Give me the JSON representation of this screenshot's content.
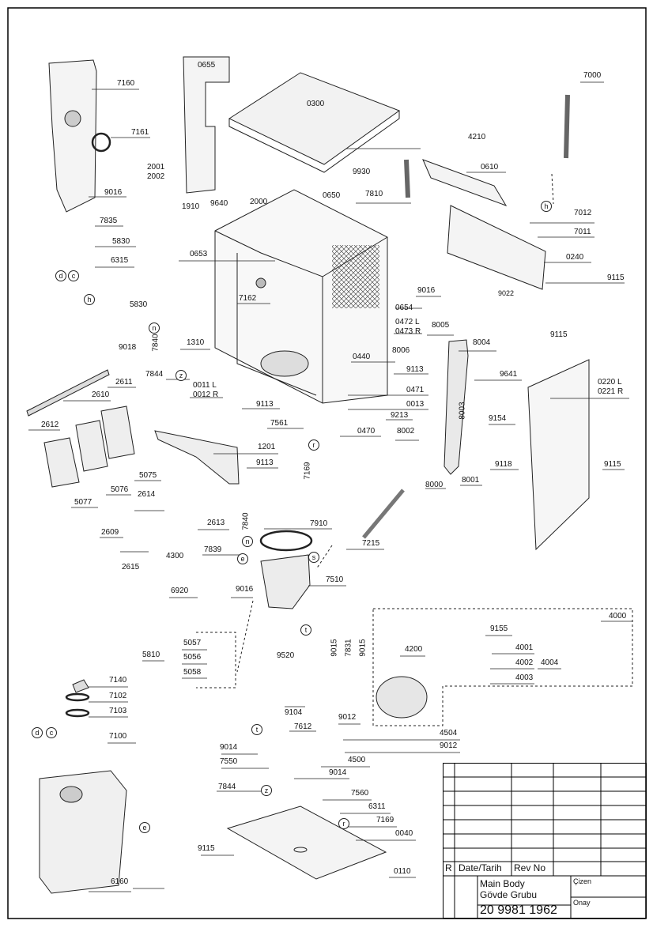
{
  "labels": {
    "l7160": "7160",
    "l7161": "7161",
    "l9016a": "9016",
    "l7835": "7835",
    "l5830a": "5830",
    "l6315": "6315",
    "l0655": "0655",
    "l0300": "0300",
    "l2001": "2001",
    "l2002": "2002",
    "l1910": "1910",
    "l9640": "9640",
    "l2000": "2000",
    "l0650": "0650",
    "l0653": "0653",
    "l7162": "7162",
    "l5830b": "5830",
    "l9018": "9018",
    "l7840a": "7840",
    "l1310": "1310",
    "l2611": "2611",
    "l2610": "2610",
    "l2612": "2612",
    "l7844a": "7844",
    "l0011": "0011 L",
    "l0012": "0012 R",
    "l9113a": "9113",
    "l7561": "7561",
    "l7169a": "7169",
    "l1201": "1201",
    "l9113b": "9113",
    "l5077": "5077",
    "l5076": "5076",
    "l5075": "5075",
    "l7000": "7000",
    "l4210": "4210",
    "l9930": "9930",
    "l0610": "0610",
    "l7810": "7810",
    "l7012": "7012",
    "l7011": "7011",
    "l0240": "0240",
    "l9016b": "9016",
    "l9022": "9022",
    "l9115a": "9115",
    "l0654": "0654",
    "l0472": "0472 L",
    "l0473": "0473 R",
    "l8005": "8005",
    "l8004": "8004",
    "l0440": "0440",
    "l8006": "8006",
    "l9113c": "9113",
    "l9641": "9641",
    "l9115b": "9115",
    "l0471": "0471",
    "l0013": "0013",
    "l9213": "9213",
    "l0220": "0220 L",
    "l0221": "0221 R",
    "l9154": "9154",
    "l8003": "8003",
    "l0470": "0470",
    "l8002": "8002",
    "l8000": "8000",
    "l8001": "8001",
    "l9118": "9118",
    "l9115c": "9115",
    "l2614": "2614",
    "l2613": "2613",
    "l2609": "2609",
    "l2615": "2615",
    "l7840b": "7840",
    "l7910": "7910",
    "l7215": "7215",
    "l4300": "4300",
    "l7839": "7839",
    "l9016c": "9016",
    "l7510": "7510",
    "l6920": "6920",
    "l5810": "5810",
    "l5057": "5057",
    "l5056": "5056",
    "l5058": "5058",
    "l9520": "9520",
    "l9015a": "9015",
    "l7831": "7831",
    "l9015b": "9015",
    "l4200": "4200",
    "l4000": "4000",
    "l9155": "9155",
    "l4001": "4001",
    "l4002": "4002",
    "l4004": "4004",
    "l4003": "4003",
    "l9104": "9104",
    "l9012a": "9012",
    "l7612": "7612",
    "l4504": "4504",
    "l9012b": "9012",
    "l7140": "7140",
    "l7102": "7102",
    "l7103": "7103",
    "l7100": "7100",
    "l9014a": "9014",
    "l7550": "7550",
    "l4500": "4500",
    "l9014b": "9014",
    "l7844b": "7844",
    "l7560": "7560",
    "l6311": "6311",
    "l7169b": "7169",
    "l0040": "0040",
    "l9115d": "9115",
    "l0110": "0110",
    "l6160": "6160"
  },
  "circles": {
    "c_d1": "d",
    "c_c1": "c",
    "c_h1": "h",
    "c_n1": "n",
    "c_z1": "z",
    "c_r1": "r",
    "c_h2": "h",
    "c_n2": "n",
    "c_e1": "e",
    "c_s1": "s",
    "c_t1": "t",
    "c_d2": "d",
    "c_c2": "c",
    "c_t2": "t",
    "c_e2": "e",
    "c_z2": "z",
    "c_r2": "r"
  },
  "title_block": {
    "r_label": "R",
    "date_label": "Date/Tarih",
    "rev_label": "Rev No",
    "name_en": "Main Body",
    "name_tr": "Gövde Grubu",
    "part_number": "20 9981 1962",
    "drawn_label": "Çizen",
    "approved_label": "Onay"
  }
}
